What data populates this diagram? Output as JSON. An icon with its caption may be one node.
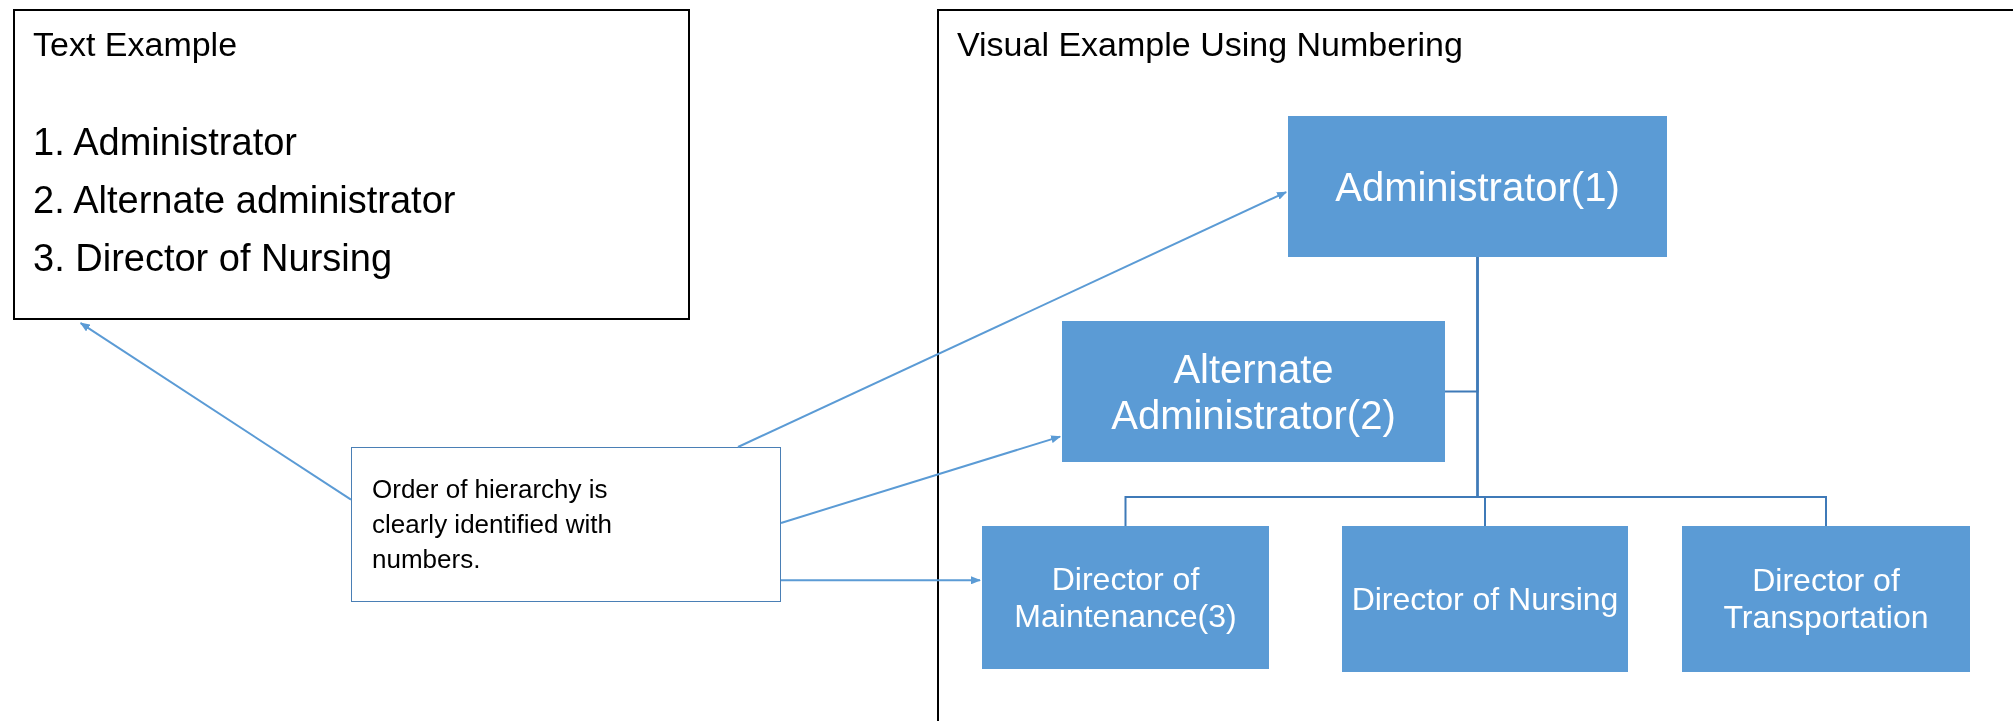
{
  "diagram": {
    "nodes": [
      {
        "text": [
          "Text Example",
          "1. Administrator",
          "2. Alternate administrator",
          "3. Director of Nursing"
        ]
      },
      {
        "text": [
          "Visual Example Using Numbering"
        ]
      },
      {
        "text": [
          "Administrator(1)"
        ],
        "in": 1
      },
      {
        "text": [
          "Alternate Administrator(2)"
        ],
        "in": 1
      },
      {
        "text": [
          "Director of Maintenance(3)"
        ],
        "in": 1
      },
      {
        "text": [
          "Director of Nursing"
        ],
        "in": 1
      },
      {
        "text": [
          "Director of Transportation"
        ],
        "in": 1
      },
      {
        "text": [
          "Order of hierarchy is clearly identified with numbers."
        ]
      }
    ],
    "edges": [
      {
        "from": 7,
        "to": 0,
        "arrow": "to"
      },
      {
        "from": 7,
        "to": 2,
        "arrow": "to"
      },
      {
        "from": 7,
        "to": 3,
        "arrow": "to"
      },
      {
        "from": 7,
        "to": 4,
        "arrow": "to"
      },
      {
        "from": 2,
        "to": 3,
        "arrow": "none"
      },
      {
        "from": 2,
        "to": 4,
        "arrow": "none"
      },
      {
        "from": 2,
        "to": 5,
        "arrow": "none"
      },
      {
        "from": 2,
        "to": 6,
        "arrow": "none"
      }
    ]
  }
}
